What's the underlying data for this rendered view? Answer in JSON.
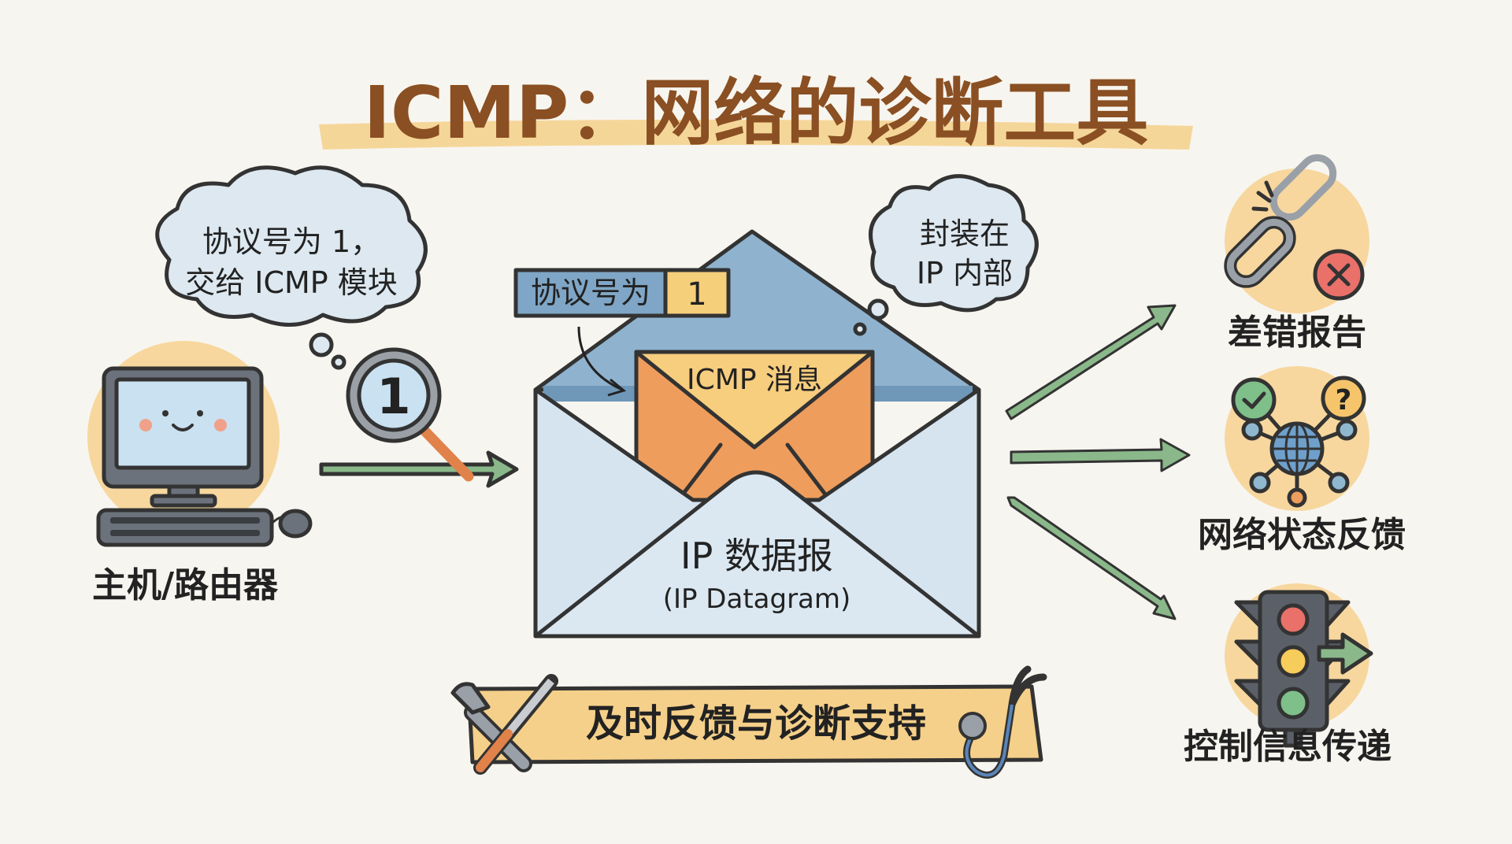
{
  "title": "ICMP：网络的诊断工具",
  "host": {
    "label": "主机/路由器"
  },
  "left_bubble": {
    "line1": "协议号为 1，",
    "line2": "交给 ICMP 模块"
  },
  "magnifier": {
    "digit": "1"
  },
  "protocol_tag": {
    "label": "协议号为",
    "value": "1"
  },
  "envelope": {
    "inner_label": "ICMP 消息",
    "main_label": "IP 数据报",
    "sub_label": "(IP Datagram)"
  },
  "right_bubble": {
    "line1": "封装在",
    "line2": "IP 内部"
  },
  "outcomes": [
    {
      "label": "差错报告",
      "icon": "broken-link-icon"
    },
    {
      "label": "网络状态反馈",
      "icon": "network-globe-icon"
    },
    {
      "label": "控制信息传递",
      "icon": "traffic-light-icon"
    }
  ],
  "banner": {
    "label": "及时反馈与诊断支持"
  },
  "colors": {
    "title": "#8a4f22",
    "highlight": "#f5d08a",
    "envelope": "#d6e4ef",
    "flap": "#8fb3cf",
    "letter": "#ef9d5c",
    "arrow": "#8ab88a",
    "bg": "#f7f5ef"
  }
}
